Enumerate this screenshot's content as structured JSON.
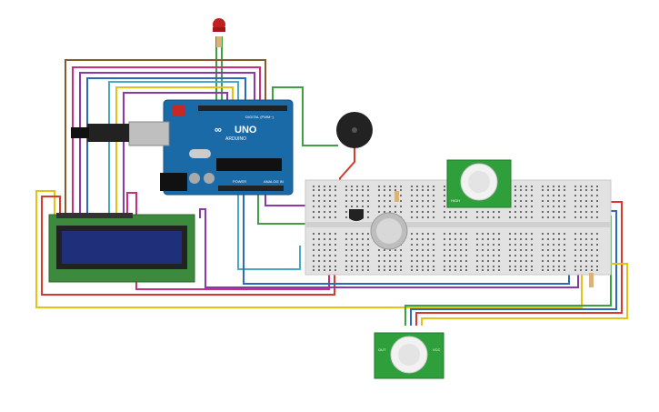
{
  "arduino": {
    "brand": "ARDUINO",
    "model": "UNO",
    "digital_label": "DIGITAL (PWM~)",
    "power_label": "POWER",
    "analog_label": "ANALOG IN",
    "board_color": "#1b6aa8"
  },
  "pir_sensor": {
    "label_high": "HIGH",
    "label_out": "OUT",
    "label_vcc": "VCC",
    "board_color": "#2e9f3a"
  },
  "colors": {
    "wire_red": "#d83a2c",
    "wire_blue": "#2a6bc0",
    "wire_green": "#3ea043",
    "wire_purple": "#8a3aa8",
    "wire_yellow": "#e6c215",
    "wire_brown": "#8b5a2b",
    "wire_cyan": "#4aa9c7",
    "wire_magenta": "#c8307c",
    "lcd_screen": "#1f2f7a",
    "lcd_board": "#3d8a3e",
    "breadboard": "#e2e2e2",
    "gas_sensor": "#bdbdbd",
    "buzzer": "#222222",
    "led": "#c0201f"
  }
}
